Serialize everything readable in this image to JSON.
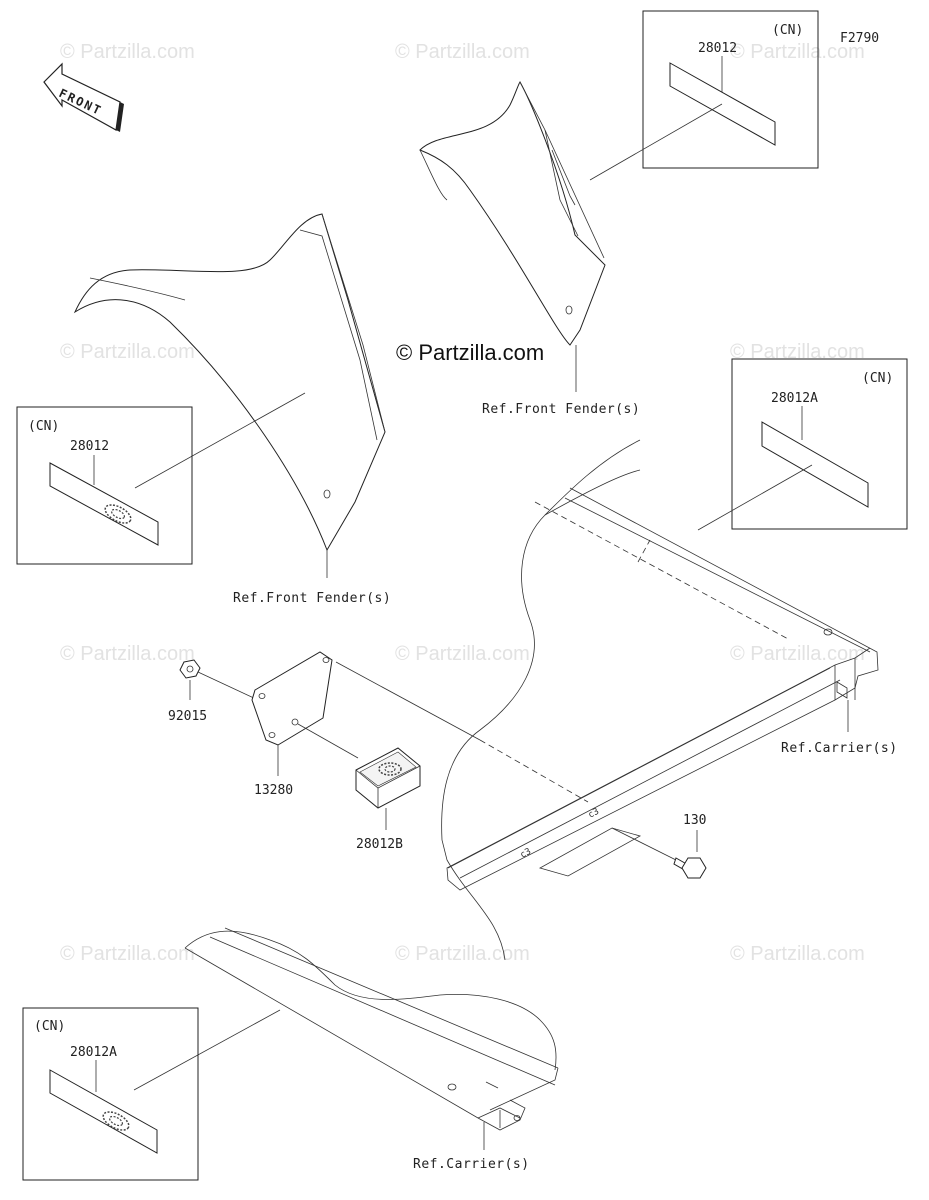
{
  "diagram_code": "F2790",
  "brand_watermark": "© Partzilla.com",
  "front_arrow_label": "FRONT",
  "labels": {
    "cn": "(CN)",
    "p28012": "28012",
    "p28012A": "28012A",
    "p28012B": "28012B",
    "p92015": "92015",
    "p13280": "13280",
    "p130": "130",
    "ref_front_fender": "Ref.Front Fender(s)",
    "ref_carrier": "Ref.Carrier(s)"
  }
}
